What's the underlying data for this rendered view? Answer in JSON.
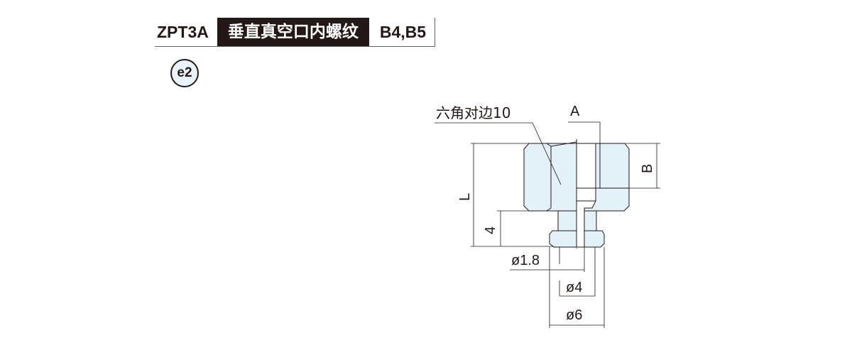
{
  "header": {
    "model": "ZPT3A",
    "title": "垂直真空口内螺纹",
    "codes": "B4,B5"
  },
  "badge": "e2",
  "drawing": {
    "hex_label": "六角对边10",
    "dim_A": "A",
    "dim_B": "B",
    "dim_L": "L",
    "dim_4": "4",
    "dim_d18": "ø1.8",
    "dim_d4": "ø4",
    "dim_d6": "ø6"
  },
  "colors": {
    "part_fill": "#e3f1fb",
    "line": "#231815"
  }
}
